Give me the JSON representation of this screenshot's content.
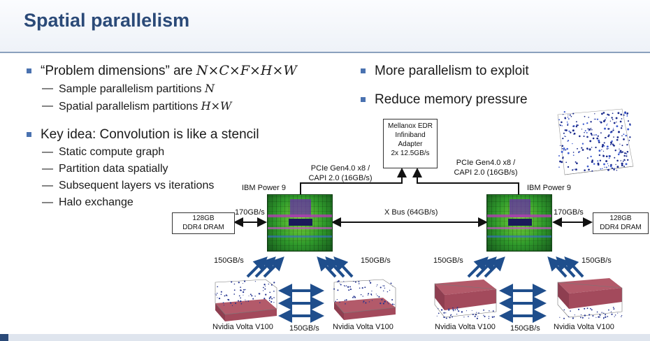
{
  "slide": {
    "title": "Spatial parallelism",
    "left_bullets": {
      "b1_text": "“Problem dimensions” are ",
      "b1_math": "N×C×F×H×W",
      "b1_sub1_text": "Sample parallelism partitions ",
      "b1_sub1_math": "N",
      "b1_sub2_text": "Spatial parallelism partitions ",
      "b1_sub2_math": "H×W",
      "b2_text": "Key idea: Convolution is like a stencil",
      "b2_subs": [
        "Static compute graph",
        "Partition data spatially",
        "Subsequent layers vs iterations",
        "Halo exchange"
      ]
    },
    "right_bullets": [
      "More parallelism to exploit",
      "Reduce memory pressure"
    ]
  },
  "diagram": {
    "adapter": "Mellanox EDR Infiniband Adapter 2x 12.5GB/s",
    "adapter_lines": [
      "Mellanox EDR",
      "Infiniband",
      "Adapter",
      "2x 12.5GB/s"
    ],
    "pcie_left": [
      "PCIe Gen4.0 x8 /",
      "CAPI 2.0 (16GB/s)"
    ],
    "pcie_right": [
      "PCIe Gen4.0 x8 /",
      "CAPI 2.0 (16GB/s)"
    ],
    "cpu_left_label": "IBM Power 9",
    "cpu_right_label": "IBM Power 9",
    "xbus": "X Bus (64GB/s)",
    "dram_left": [
      "128GB",
      "DDR4 DRAM"
    ],
    "dram_right": [
      "128GB",
      "DDR4 DRAM"
    ],
    "dram_bw_left": "170GB/s",
    "dram_bw_right": "170GB/s",
    "gpu_bw": [
      "150GB/s",
      "150GB/s",
      "150GB/s",
      "150GB/s"
    ],
    "nvlink_bw": [
      "150GB/s",
      "150GB/s"
    ],
    "gpu_labels": [
      "Nvidia Volta V100",
      "Nvidia Volta V100",
      "Nvidia Volta V100",
      "Nvidia Volta V100"
    ]
  },
  "colors": {
    "title": "#2b4a78",
    "bullet": "#4a72b0",
    "arrow": "#1f4e8c"
  }
}
